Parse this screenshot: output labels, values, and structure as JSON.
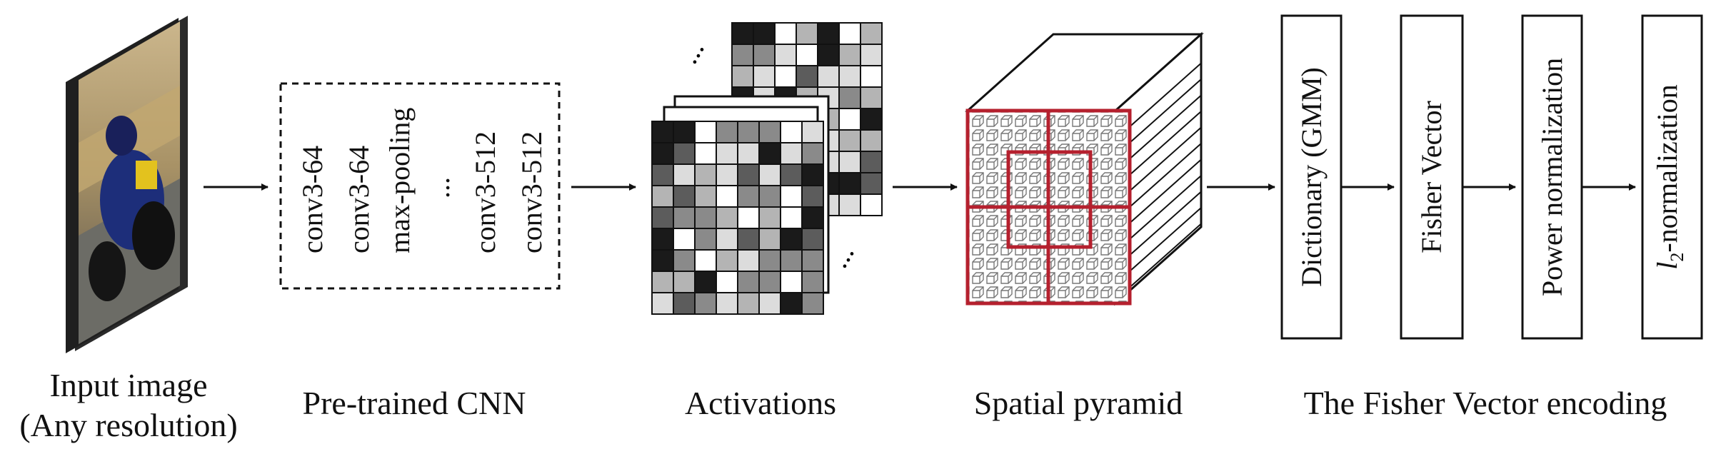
{
  "stages": {
    "input": {
      "line1": "Input image",
      "line2": "(Any resolution)"
    },
    "cnn": "Pre-trained CNN",
    "activations": "Activations",
    "pyramid": "Spatial pyramid",
    "fisher": "The Fisher Vector encoding"
  },
  "cnn_layers": [
    "conv3-64",
    "conv3-64",
    "max-pooling",
    "...",
    "conv3-512",
    "conv3-512"
  ],
  "fisher_steps": {
    "dictionary": "Dictionary (GMM)",
    "fisher_vector": "Fisher Vector",
    "power_norm": "Power normalization",
    "l2_var": "l",
    "l2_sub": "2",
    "l2_rest": "-normalization"
  },
  "ellipsis": "...",
  "colors": {
    "pyramid_grid": "#b5202e",
    "box_stroke": "#111111",
    "arrow": "#111111"
  },
  "icons": {
    "input": "motorcycle-photo-icon",
    "activations": "activation-map-stack-icon",
    "pyramid": "feature-cube-icon"
  }
}
